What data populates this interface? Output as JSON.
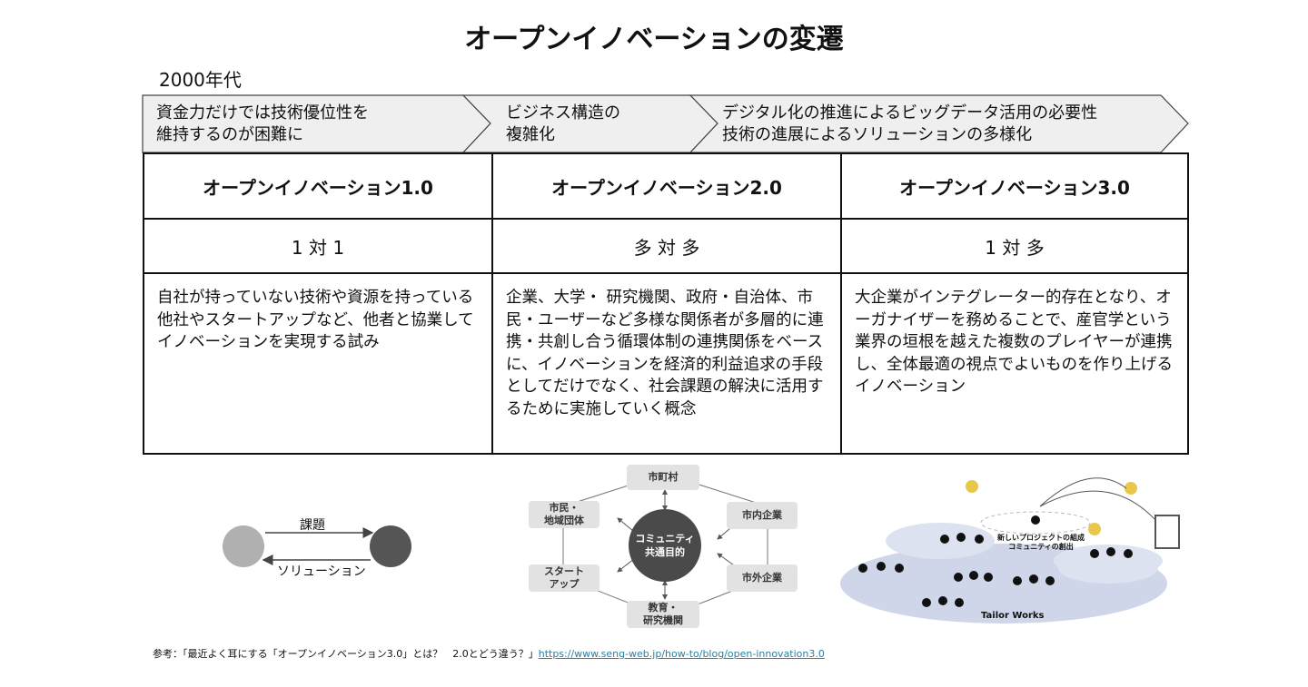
{
  "title": "オープンイノベーションの変遷",
  "era": "2000年代",
  "drivers": [
    {
      "line1": "資金力だけでは技術優位性を",
      "line2": "維持するのが困難に"
    },
    {
      "line1": "ビジネス構造の",
      "line2": "複雑化"
    },
    {
      "line1": "デジタル化の推進によるビッグデータ活用の必要性",
      "line2": "技術の進展によるソリューションの多様化"
    }
  ],
  "columns": [
    {
      "name": "オープンイノベーション1.0",
      "relation": "1 対 1",
      "description": "自社が持っていない技術や資源を持っている他社やスタートアップなど、他者と協業してイノベーションを実現する試み"
    },
    {
      "name": "オープンイノベーション2.0",
      "relation": "多 対 多",
      "description": "企業、大学・ 研究機関、政府・自治体、市民・ユーザーなど多様な関係者が多層的に連携・共創し合う循環体制の連携関係をベースに、イノベーションを経済的利益追求の手段としてだけでなく、社会課題の解決に活用するために実施していく概念"
    },
    {
      "name": "オープンイノベーション3.0",
      "relation": "1 対 多",
      "description": "大企業がインテグレーター的存在となり、オーガナイザーを務めることで、産官学という業界の垣根を越えた複数のプレイヤーが連携し、全体最適の視点でよいものを作り上げるイノベーション"
    }
  ],
  "diagram1": {
    "top_label": "課題",
    "bottom_label": "ソリューション"
  },
  "diagram2": {
    "center_line1": "コミュニティ",
    "center_line2": "共通目的",
    "nodes": [
      "市町村",
      "市内企業",
      "市外企業",
      "教育・\n研究機関",
      "スタート\nアップ",
      "市民・\n地域団体"
    ]
  },
  "diagram3": {
    "brand": "Tailor Works",
    "caption": "新しいプロジェクトの組成\nコミュニティの創出"
  },
  "footer": {
    "text": "参考：「最近よく耳にする「オープンイノベーション3.0」とは？　2.0とどう違う？」",
    "link": "https://www.seng-web.jp/how-to/blog/open-innovation3.0"
  }
}
